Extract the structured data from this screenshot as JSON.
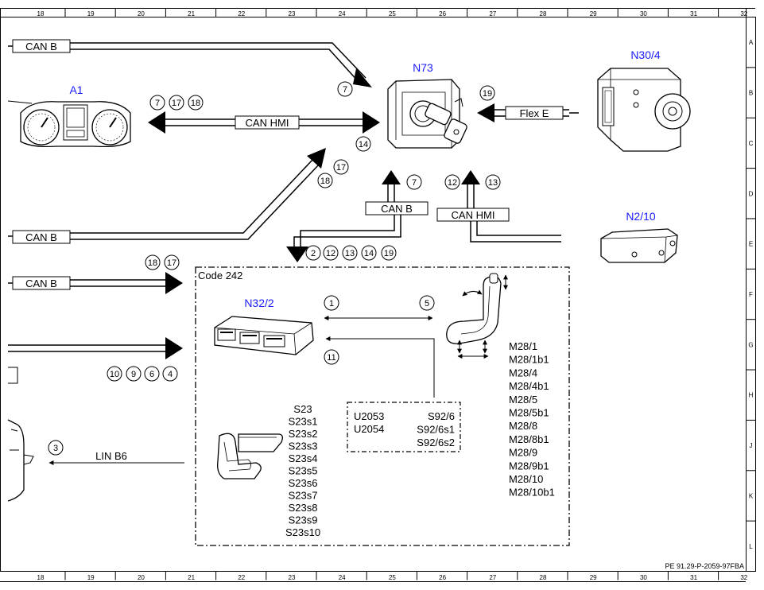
{
  "ruler": {
    "columns": [
      "18",
      "19",
      "20",
      "21",
      "22",
      "23",
      "24",
      "25",
      "26",
      "27",
      "28",
      "29",
      "30",
      "31",
      "32"
    ],
    "rows": [
      "A",
      "B",
      "C",
      "D",
      "E",
      "F",
      "G",
      "H",
      "J",
      "K",
      "L"
    ]
  },
  "components": {
    "a1": "A1",
    "n73": "N73",
    "n30_4": "N30/4",
    "n2_10": "N2/10",
    "n32_2": "N32/2"
  },
  "buses": {
    "can_b_top": "CAN B",
    "can_hmi_main": "CAN HMI",
    "flex_e": "Flex E",
    "can_b_left_mid": "CAN B",
    "can_b_left_low": "CAN B",
    "can_b_center": "CAN B",
    "can_hmi_center": "CAN HMI",
    "lin_b6": "LIN B6"
  },
  "markers": {
    "m7_top": "7",
    "m7_a": "7",
    "m17_a": "17",
    "m18_a": "18",
    "m14_a": "14",
    "m18_b": "18",
    "m17_b": "17",
    "m19_a": "19",
    "m7_b": "7",
    "m12_a": "12",
    "m13_a": "13",
    "m2": "2",
    "m12_b": "12",
    "m13_b": "13",
    "m14_b": "14",
    "m19_b": "19",
    "m18_c": "18",
    "m17_c": "17",
    "m10": "10",
    "m9": "9",
    "m6": "6",
    "m4": "4",
    "m1": "1",
    "m5": "5",
    "m11": "11",
    "m3": "3"
  },
  "code_label": "Code 242",
  "switch_list": [
    "S23",
    "S23s1",
    "S23s2",
    "S23s3",
    "S23s4",
    "S23s5",
    "S23s6",
    "S23s7",
    "S23s8",
    "S23s9",
    "S23s10"
  ],
  "unit_box": {
    "left": [
      "U2053",
      "U2054"
    ],
    "right": [
      "S92/6",
      "S92/6s1",
      "S92/6s2"
    ]
  },
  "motor_list": [
    "M28/1",
    "M28/1b1",
    "M28/4",
    "M28/4b1",
    "M28/5",
    "M28/5b1",
    "M28/8",
    "M28/8b1",
    "M28/9",
    "M28/9b1",
    "M28/10",
    "M28/10b1"
  ],
  "doc_ref": "PE 91.29-P-2059-97FBA"
}
